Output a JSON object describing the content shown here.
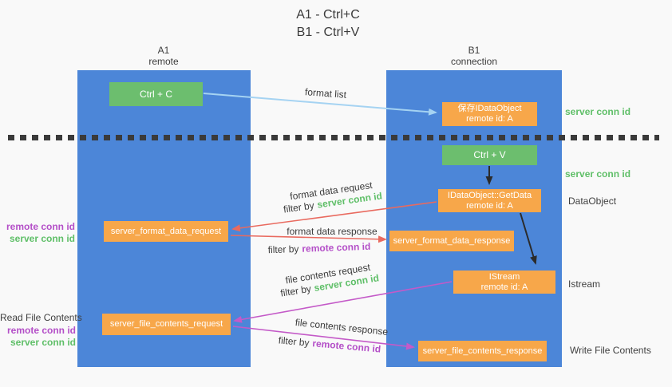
{
  "title": {
    "line1": "A1 - Ctrl+C",
    "line2": "B1 - Ctrl+V"
  },
  "left_column": {
    "header_line1": "A1",
    "header_line2": "remote"
  },
  "right_column": {
    "header_line1": "B1",
    "header_line2": "connection"
  },
  "boxes": {
    "ctrl_c": "Ctrl + C",
    "ctrl_v": "Ctrl + V",
    "save_idataobject_line1": "保存IDataObject",
    "save_idataobject_line2": "remote id: A",
    "getdata_line1": "IDataObject::GetData",
    "getdata_line2": "remote id: A",
    "istream_line1": "IStream",
    "istream_line2": "remote id: A",
    "format_request": "server_format_data_request",
    "format_response": "server_format_data_response",
    "file_request": "server_file_contents_request",
    "file_response": "server_file_contents_response"
  },
  "arrow_labels": {
    "format_list": "format list",
    "format_data_request": "format data request",
    "format_data_response": "format data response",
    "file_contents_request": "file contents request",
    "file_contents_response": "file contents response",
    "filter_by": "filter by",
    "server_conn_id": "server conn id",
    "remote_conn_id": "remote conn id"
  },
  "side_labels": {
    "server_conn_id_top": "server conn id",
    "server_conn_id_mid": "server conn id",
    "dataobject": "DataObject",
    "istream": "Istream",
    "write_file_contents": "Write File Contents",
    "read_file_contents": "Read File Contents",
    "remote_conn_id_mid": "remote conn id",
    "server_conn_id_left_mid": "server conn id",
    "remote_conn_id_bottom": "remote conn id",
    "server_conn_id_left_bottom": "server conn id"
  },
  "colors": {
    "background": "#F9F9F9",
    "column_blue": "#4C86D8",
    "box_green": "#6CBE6E",
    "box_orange": "#F7A74A",
    "arrow_red": "#E96A5F",
    "arrow_magenta": "#C45AC8",
    "arrow_light_blue": "#A5D3F2",
    "arrow_black": "#2B2B2B",
    "text_green": "#5FBF68",
    "text_purple": "#B44FC8",
    "text_dark": "#3F3F3F"
  }
}
